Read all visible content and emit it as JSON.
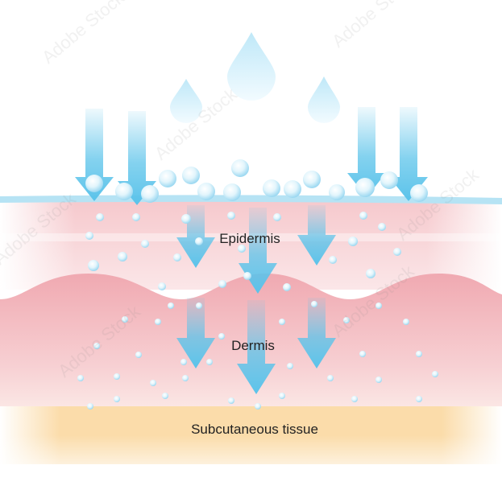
{
  "labels": {
    "epidermis": "Epidermis",
    "dermis": "Dermis",
    "subcutaneous": "Subcutaneous tissue"
  },
  "watermark": "Adobe Stock",
  "colors": {
    "water": "#5bc3ea",
    "water_light": "#d8f1fb",
    "epidermis": "#f4c4c8",
    "dermis": "#f1b0b6",
    "subcutaneous": "#fbdcaa",
    "surface_line": "#b6e3f4"
  }
}
